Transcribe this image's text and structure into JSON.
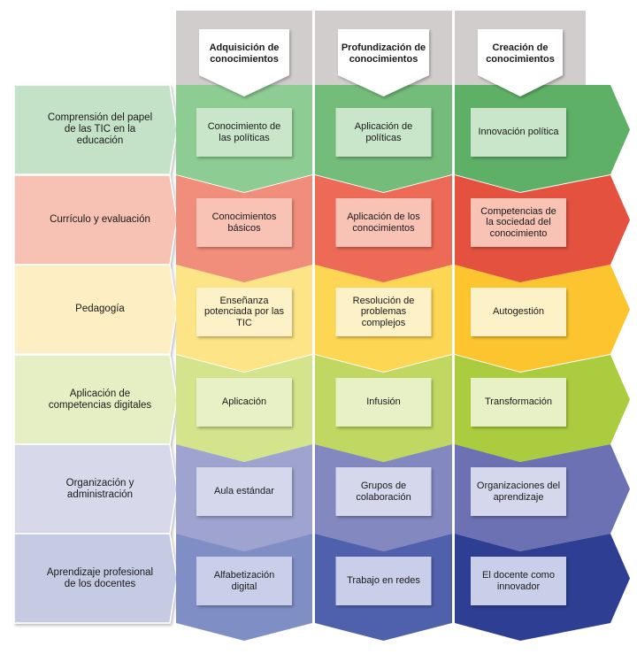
{
  "columns": [
    {
      "label": "Adquisición de conocimientos"
    },
    {
      "label": "Profundización de conocimientos"
    },
    {
      "label": "Creación de conocimientos"
    }
  ],
  "rows": [
    {
      "label": "Comprensión del papel de las TIC en la educación",
      "colors": {
        "label_bg": "#c4e2c8",
        "c1": "#8dcc92",
        "c2": "#74bc7a",
        "c3": "#5fb067",
        "box": "#c9e6cb"
      },
      "cells": [
        "Conocimiento de las políticas",
        "Aplicación de políticas",
        "Innovación política"
      ]
    },
    {
      "label": "Currículo y evaluación",
      "colors": {
        "label_bg": "#f7c1b3",
        "c1": "#f08e7b",
        "c2": "#ec6a56",
        "c3": "#e4513f",
        "box": "#f8c3b5"
      },
      "cells": [
        "Conocimientos básicos",
        "Aplicación de los conocimientos",
        "Competencias de la sociedad del conocimiento"
      ]
    },
    {
      "label": "Pedagogía",
      "colors": {
        "label_bg": "#fdeec3",
        "c1": "#fde486",
        "c2": "#fdd654",
        "c3": "#fcc530",
        "box": "#fdf1c8"
      },
      "cells": [
        "Enseñanza potenciada por las TIC",
        "Resolución de problemas complejos",
        "Autogestión"
      ]
    },
    {
      "label": "Aplicación de competencias digitales",
      "colors": {
        "label_bg": "#e6efc4",
        "c1": "#d3e48c",
        "c2": "#c0d862",
        "c3": "#abcc3e",
        "box": "#e8f0c6"
      },
      "cells": [
        "Aplicación",
        "Infusión",
        "Transformación"
      ]
    },
    {
      "label": "Organización y administración",
      "colors": {
        "label_bg": "#d7d8ea",
        "c1": "#9ea3cf",
        "c2": "#8388c0",
        "c3": "#6c71b4",
        "box": "#d5d7ec"
      },
      "cells": [
        "Aula estándar",
        "Grupos de colaboración",
        "Organizaciones del aprendizaje"
      ]
    },
    {
      "label": "Aprendizaje profesional de los docentes",
      "colors": {
        "label_bg": "#c5cbe3",
        "c1": "#7f8fc6",
        "c2": "#4f61ad",
        "c3": "#2d3e93",
        "box": "#c9cfe8"
      },
      "cells": [
        "Alfabetización digital",
        "Trabajo en redes",
        "El docente como innovador"
      ]
    }
  ]
}
